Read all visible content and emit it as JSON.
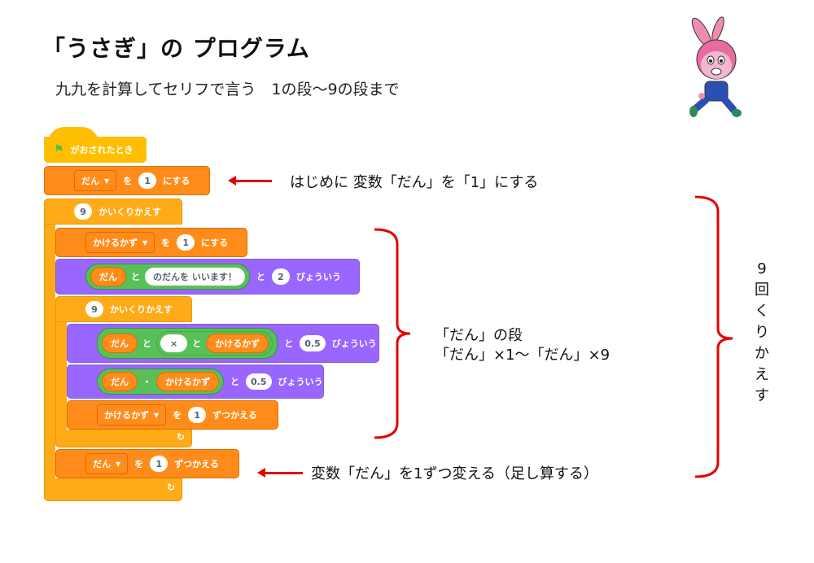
{
  "header": {
    "title": "「うさぎ」の プログラム",
    "subtitle": "九九を計算してセリフで言う　1の段〜9の段まで"
  },
  "mascot": {
    "icon": "rabbit-character-icon",
    "colors": {
      "body": "#f08cb4",
      "overalls": "#2b4fb3",
      "shoes": "#2e8b57"
    }
  },
  "colors": {
    "events": "#ffbf00",
    "variables": "#ff8c1a",
    "control": "#ffab19",
    "looks": "#9966ff",
    "operators": "#59c059",
    "annotation": "#e60000"
  },
  "script": {
    "when_flag": {
      "icon": "green-flag-icon",
      "label": "がおされたとき"
    },
    "set_dan": {
      "variable": "だん",
      "mid": "を",
      "value": "1",
      "suffix": "にする"
    },
    "repeat_outer": {
      "count": "9",
      "label": "かいくりかえす"
    },
    "set_kakeru": {
      "variable": "かけるかず",
      "mid": "を",
      "value": "1",
      "suffix": "にする"
    },
    "say_dan": {
      "var": "だん",
      "join": "と",
      "text": "のだんを いいます！",
      "and": "と",
      "secs": "2",
      "suffix": "びょういう"
    },
    "repeat_inner": {
      "count": "9",
      "label": "かいくりかえす"
    },
    "say_expr": {
      "var1": "だん",
      "join1": "と",
      "text": "×",
      "join2": "と",
      "var2": "かけるかず",
      "and": "と",
      "secs": "0.5",
      "suffix": "びょういう"
    },
    "say_product": {
      "var1": "だん",
      "op": "・",
      "var2": "かけるかず",
      "and": "と",
      "secs": "0.5",
      "suffix": "びょういう"
    },
    "change_kakeru": {
      "variable": "かけるかず",
      "mid": "を",
      "value": "1",
      "suffix": "ずつかえる"
    },
    "change_dan": {
      "variable": "だん",
      "mid": "を",
      "value": "1",
      "suffix": "ずつかえる"
    }
  },
  "annotations": {
    "init": "はじめに 変数「だん」を「1」にする",
    "dan_line1": "「だん」の段",
    "dan_line2": "「だん」×1〜「だん」×9",
    "repeat9": [
      "9",
      "回",
      "く",
      "り",
      "か",
      "え",
      "す"
    ],
    "increment": "変数「だん」を1ずつ変える（足し算する）"
  }
}
